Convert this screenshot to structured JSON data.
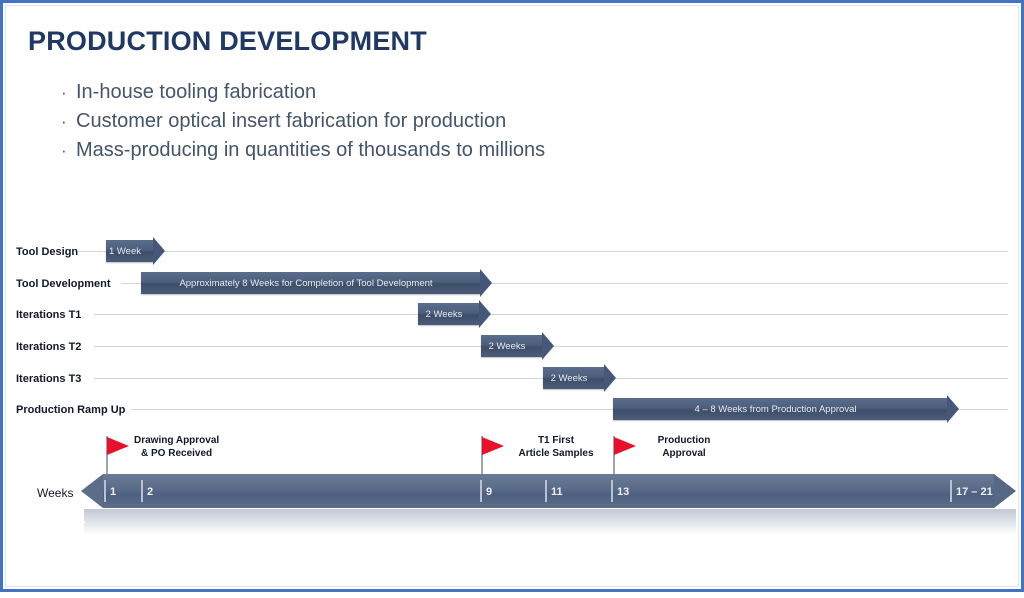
{
  "slide": {
    "title": "PRODUCTION DEVELOPMENT",
    "bullet_glyph": "·",
    "bullets": [
      "In-house tooling fabrication",
      "Customer optical insert fabrication for production",
      "Mass-producing in quantities of thousands to millions"
    ],
    "accent_border_color": "#4472c4",
    "title_color": "#1f3864",
    "body_color": "#44546a",
    "bar_color": "#4e6080",
    "flag_color": "#e8102a"
  },
  "chart_data": {
    "type": "bar",
    "title": "",
    "xlabel": "Weeks",
    "ylabel": "",
    "categories": [
      "Tool Design",
      "Tool Development",
      "Iterations T1",
      "Iterations T2",
      "Iterations T3",
      "Production Ramp Up"
    ],
    "tasks": [
      {
        "label": "Tool Design",
        "bar_text": "1 Week",
        "start_week": 1,
        "end_week": 2,
        "duration_weeks": 1
      },
      {
        "label": "Tool Development",
        "bar_text": "Approximately 8 Weeks for Completion of Tool Development",
        "start_week": 2,
        "end_week": 10,
        "duration_weeks": 8
      },
      {
        "label": "Iterations T1",
        "bar_text": "2 Weeks",
        "start_week": 9,
        "end_week": 11,
        "duration_weeks": 2
      },
      {
        "label": "Iterations T2",
        "bar_text": "2 Weeks",
        "start_week": 11,
        "end_week": 13,
        "duration_weeks": 2
      },
      {
        "label": "Iterations T3",
        "bar_text": "2 Weeks",
        "start_week": 13,
        "end_week": 15,
        "duration_weeks": 2
      },
      {
        "label": "Production Ramp Up",
        "bar_text": "4 – 8 Weeks from Production Approval",
        "start_week": 13,
        "end_week": 21,
        "duration_weeks": 8
      }
    ],
    "milestones": [
      {
        "line1": "Drawing Approval",
        "line2": "& PO Received",
        "week": 1
      },
      {
        "line1": "T1 First",
        "line2": "Article Samples",
        "week": 9
      },
      {
        "line1": "Production",
        "line2": "Approval",
        "week": 13
      }
    ],
    "axis_label": "Weeks",
    "tick_labels": [
      "1",
      "2",
      "9",
      "11",
      "13",
      "17 – 21"
    ],
    "tick_weeks": [
      1,
      2,
      9,
      11,
      13,
      17
    ],
    "xlim": [
      1,
      21
    ],
    "grid": false,
    "legend": "none"
  }
}
